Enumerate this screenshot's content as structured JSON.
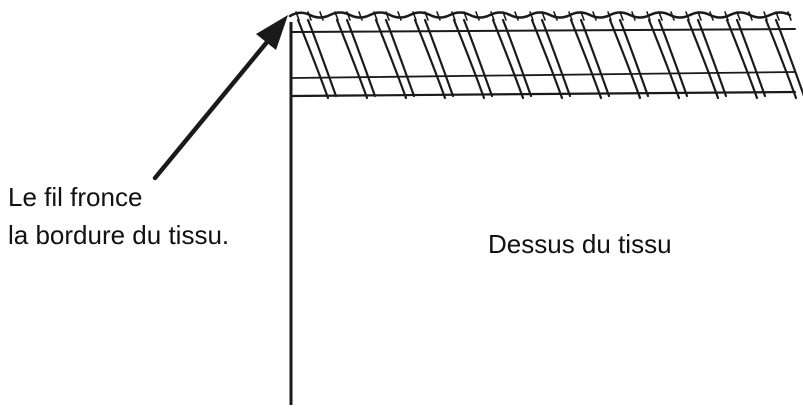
{
  "diagram": {
    "callout": {
      "line1": "Le fil fronce",
      "line2": "la bordure du tissu."
    },
    "fabric_label": "Dessus du tissu",
    "stroke_color": "#1a1a1a",
    "background_color": "#ffffff"
  }
}
